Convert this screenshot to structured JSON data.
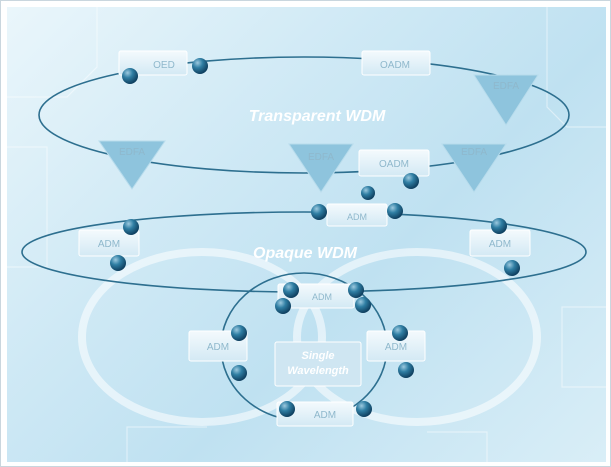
{
  "titles": {
    "transparent": "Transparent WDM",
    "opaque": "Opaque WDM",
    "single_line1": "Single",
    "single_line2": "Wavelength"
  },
  "labels": {
    "oed": "OED",
    "oadm_top": "OADM",
    "oadm_mid": "OADM",
    "edfa_top_right": "EDFA",
    "edfa_left": "EDFA",
    "edfa_center": "EDFA",
    "edfa_right": "EDFA",
    "adm_center_upper": "ADM",
    "adm_left": "ADM",
    "adm_right": "ADM",
    "adm_center_mid": "ADM",
    "adm_lower_left": "ADM",
    "adm_lower_right": "ADM",
    "adm_bottom": "ADM"
  },
  "colors": {
    "background": "#cfe9f5",
    "ring": "#2d6f8f",
    "node": "#1f5f80",
    "box": "#e8f4fa",
    "title": "#ffffff",
    "label": "#8fb8cc"
  }
}
